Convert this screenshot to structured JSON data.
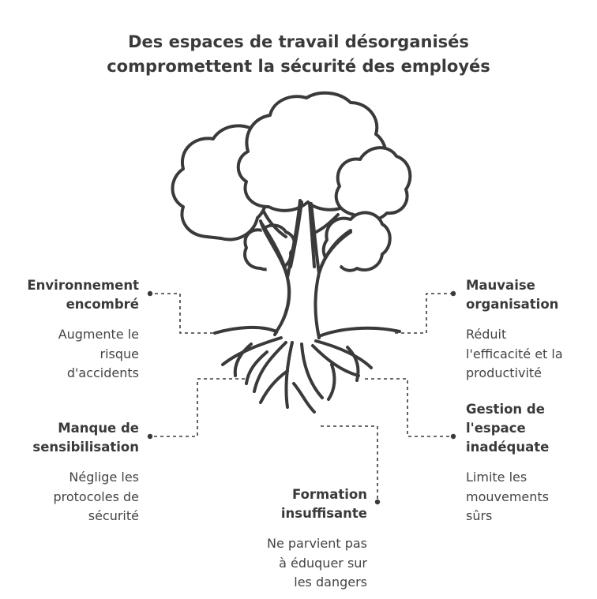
{
  "title": {
    "line1": "Des espaces de travail désorganisés",
    "line2": "compromettent la sécurité des employés"
  },
  "factors": {
    "environnement": {
      "title": [
        "Environnement",
        "encombré"
      ],
      "desc": [
        "Augmente le",
        "risque",
        "d'accidents"
      ]
    },
    "sensibilisation": {
      "title": [
        "Manque de",
        "sensibilisation"
      ],
      "desc": [
        "Néglige les",
        "protocoles de",
        "sécurité"
      ]
    },
    "formation": {
      "title": [
        "Formation",
        "insuffisante"
      ],
      "desc": [
        "Ne parvient pas",
        "à éduquer sur",
        "les dangers"
      ]
    },
    "organisation": {
      "title": [
        "Mauvaise",
        "organisation"
      ],
      "desc": [
        "Réduit",
        "l'efficacité et la",
        "productivité"
      ]
    },
    "espace": {
      "title": [
        "Gestion de",
        "l'espace",
        "inadéquate"
      ],
      "desc": [
        "Limite les",
        "mouvements",
        "sûrs"
      ]
    }
  },
  "colors": {
    "ink": "#3a3a3a",
    "background": "#ffffff"
  },
  "icons": [
    "tree-icon"
  ]
}
